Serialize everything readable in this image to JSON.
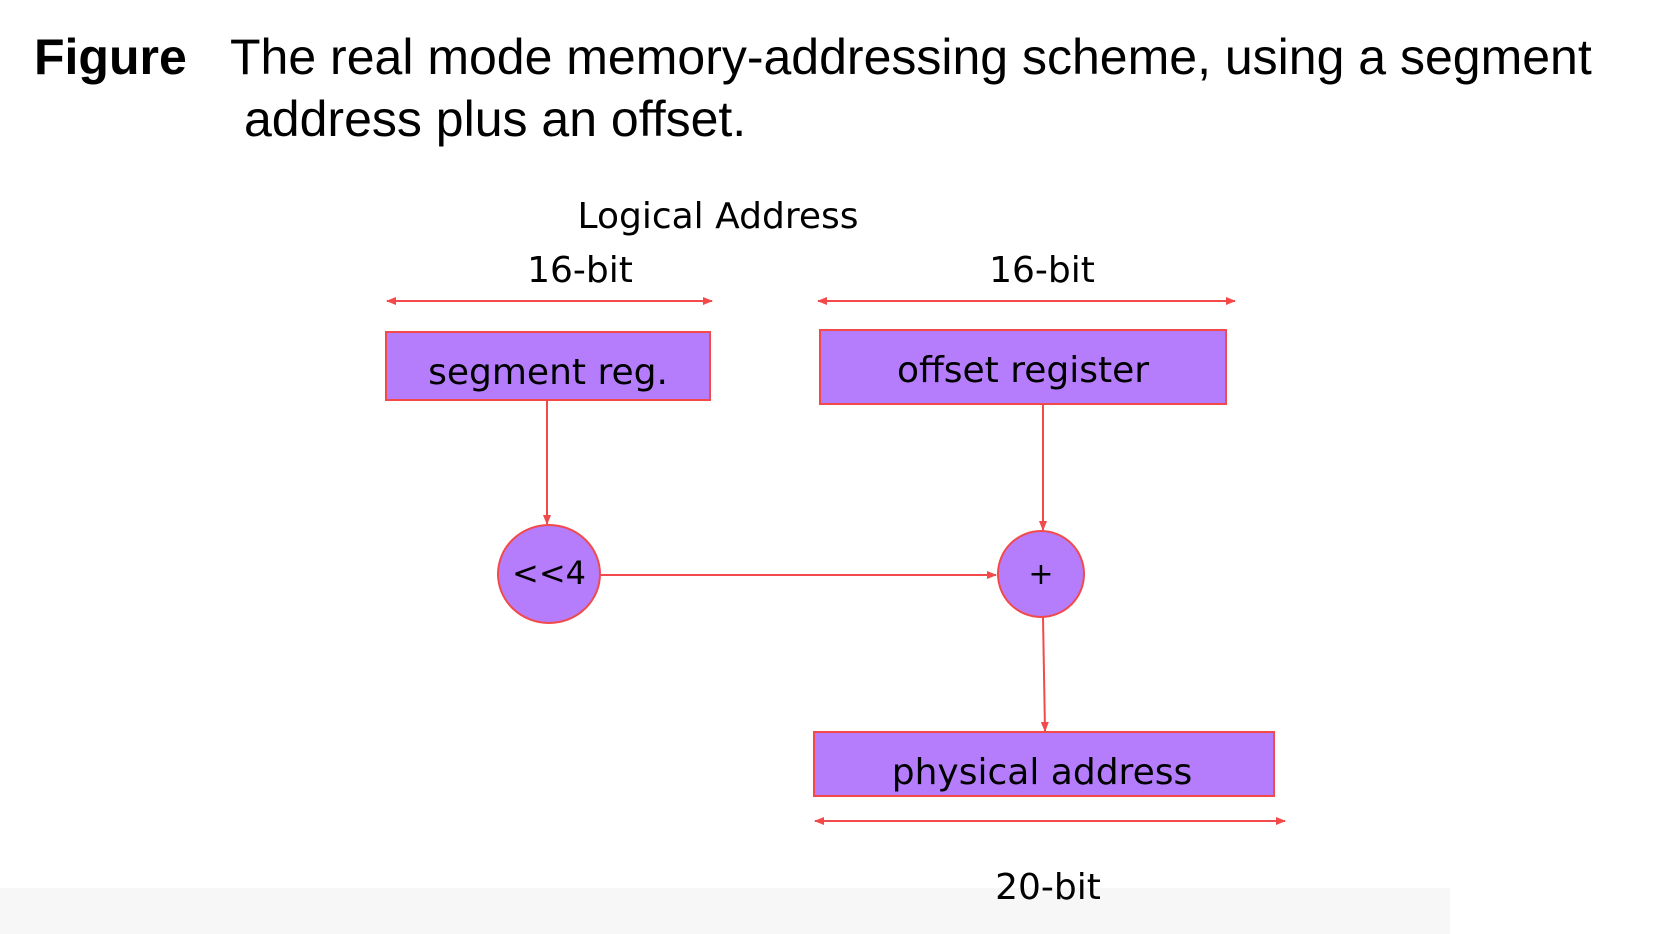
{
  "caption": {
    "label": "Figure",
    "line1": "The real mode memory-addressing scheme, using a segment",
    "line2": "address plus an offset."
  },
  "diagram": {
    "logical_address_label": "Logical Address",
    "segment_width_label": "16-bit",
    "offset_width_label": "16-bit",
    "physical_width_label": "20-bit",
    "segment_box_label": "segment reg.",
    "offset_box_label": "offset register",
    "shift_label": "<<4",
    "add_label": "+",
    "physical_box_label": "physical address"
  },
  "colors": {
    "box_fill": "#b57cfb",
    "outline": "#f24a4a",
    "text": "#000000"
  }
}
